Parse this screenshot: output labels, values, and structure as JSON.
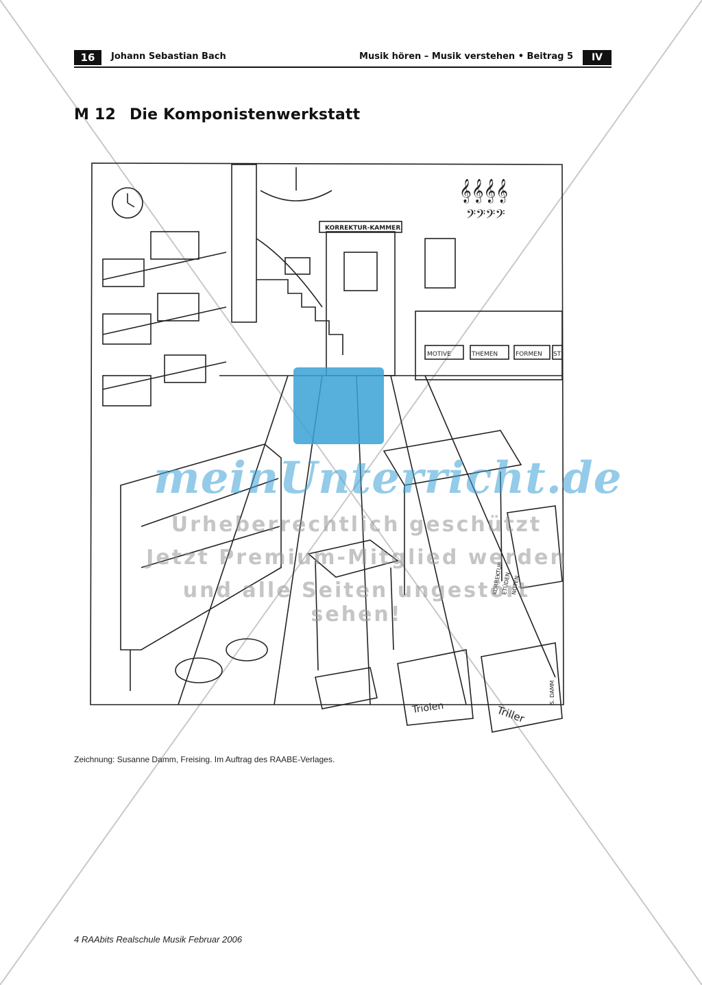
{
  "header": {
    "page_number": "16",
    "left_title": "Johann Sebastian Bach",
    "right_title": "Musik hören – Musik verstehen • Beitrag 5",
    "badge": "IV"
  },
  "title": {
    "code": "M 12",
    "text": "Die Komponistenwerkstatt"
  },
  "illustration": {
    "door_sign": "KORREKTUR-KAMMER",
    "drawers": [
      "MOTIVE",
      "THEMEN",
      "FORMEN",
      "ST"
    ],
    "boxes": [
      "Triolen",
      "Triller"
    ],
    "books": [
      "KORREKTUR",
      "ETÜDEN",
      "NOTEN"
    ],
    "signature": "S. DAMM"
  },
  "caption": "Zeichnung: Susanne Damm, Freising. Im Auftrag des RAABE-Verlages.",
  "footer": "4 RAAbits Realschule Musik Februar 2006",
  "watermark": {
    "brand": "meinUnterricht.de",
    "line1": "Urheberrechtlich geschützt",
    "line2": "Jetzt Premium-Mitglied werden",
    "line3": "und alle Seiten ungestört sehen!"
  },
  "colors": {
    "ink": "#111111",
    "watermark_blue": "#3aa1d5"
  }
}
